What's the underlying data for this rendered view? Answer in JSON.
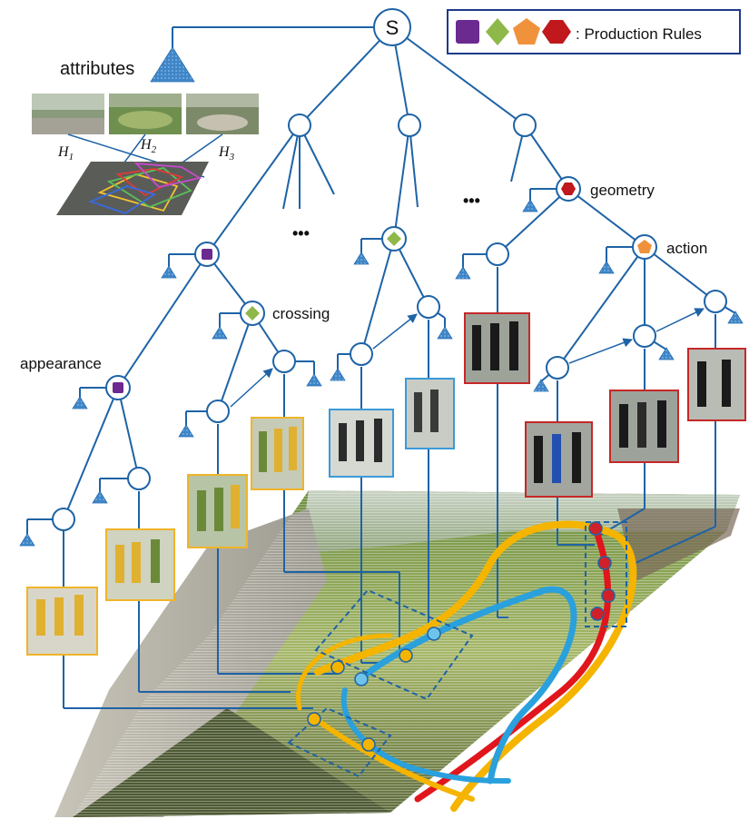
{
  "root": {
    "label": "S"
  },
  "legend": {
    "label": ": Production Rules",
    "colors": [
      "#6b2a8f",
      "#8fb84a",
      "#f0923c",
      "#c0181c"
    ]
  },
  "labels": {
    "attributes": "attributes",
    "geometry": "geometry",
    "action": "action",
    "crossing": "crossing",
    "appearance": "appearance",
    "ellipsis": "•••"
  },
  "views": [
    {
      "name": "H",
      "sub": "1"
    },
    {
      "name": "H",
      "sub": "2"
    },
    {
      "name": "H",
      "sub": "3"
    }
  ],
  "colors": {
    "tree": "#1e63a6",
    "node_fill": "#ffffff",
    "attribute_triangle": "#3f86c8",
    "appearance_rule": "#6b2a8f",
    "crossing_rule": "#8fb84a",
    "action_rule": "#f0923c",
    "geometry_rule": "#c0181c",
    "track_yellow": "#f4b400",
    "track_blue": "#2aa0dd",
    "track_red": "#e0161c",
    "frame_yellow": "#f0b428",
    "frame_blue": "#3b9ad8",
    "frame_red": "#c62828"
  }
}
